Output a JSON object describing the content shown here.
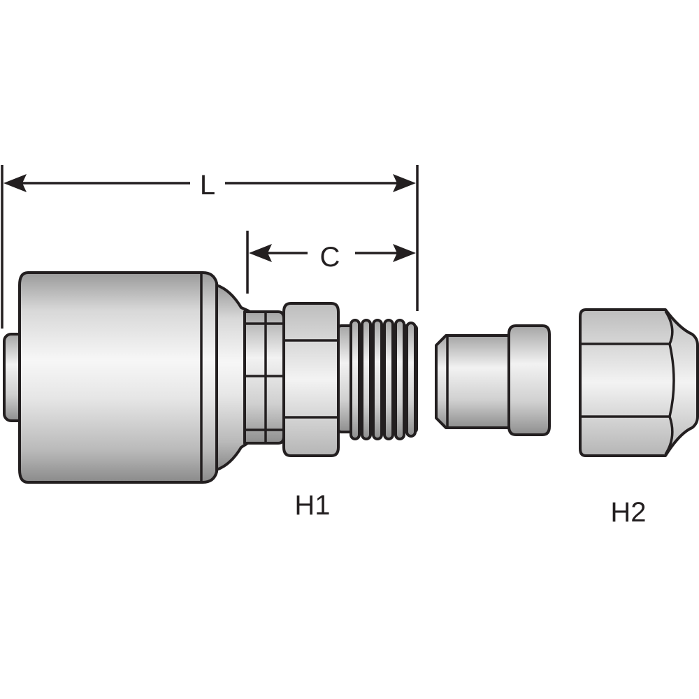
{
  "labels": {
    "length": "L",
    "cut_off": "C",
    "hex_1": "H1",
    "hex_2": "H2"
  },
  "colors": {
    "outline": "#231f20",
    "metal_light": "#f4f4f4",
    "metal_mid": "#c9c9c9",
    "metal_dark": "#8f8f8f",
    "background": "#ffffff"
  }
}
